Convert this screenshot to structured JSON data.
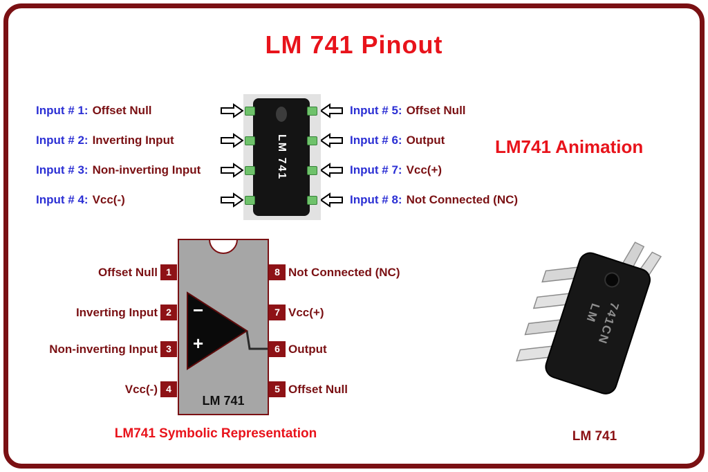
{
  "title": "LM 741 Pinout",
  "top_diagram": {
    "chip_label": "LM 741",
    "animation_label": "LM741 Animation",
    "left_pins": [
      {
        "prefix": "Input # 1:",
        "label": "Offset Null"
      },
      {
        "prefix": "Input # 2:",
        "label": "Inverting Input"
      },
      {
        "prefix": "Input # 3:",
        "label": "Non-inverting Input"
      },
      {
        "prefix": "Input # 4:",
        "label": "Vcc(-)"
      }
    ],
    "right_pins": [
      {
        "prefix": "Input # 5:",
        "label": "Offset Null"
      },
      {
        "prefix": "Input # 6:",
        "label": "Output"
      },
      {
        "prefix": "Input # 7:",
        "label": "Vcc(+)"
      },
      {
        "prefix": "Input # 8:",
        "label": "Not Connected (NC)"
      }
    ]
  },
  "symbolic": {
    "caption": "LM741 Symbolic Representation",
    "chip_label": "LM 741",
    "minus_sign": "−",
    "plus_sign": "+",
    "left_pins": [
      {
        "number": "1",
        "label": "Offset Null"
      },
      {
        "number": "2",
        "label": "Inverting Input"
      },
      {
        "number": "3",
        "label": "Non-inverting Input"
      },
      {
        "number": "4",
        "label": "Vcc(-)"
      }
    ],
    "right_pins": [
      {
        "number": "8",
        "label": "Not Connected (NC)"
      },
      {
        "number": "7",
        "label": "Vcc(+)"
      },
      {
        "number": "6",
        "label": "Output"
      },
      {
        "number": "5",
        "label": "Offset Null"
      }
    ]
  },
  "photo": {
    "marking_line1": "LM",
    "marking_line2": "741CN",
    "caption": "LM 741"
  },
  "colors": {
    "title_red": "#e8131b",
    "maroon_text": "#7a1013",
    "blue_text": "#2b2fd4",
    "frame_border": "#7a1013",
    "pin_green": "#6fc26b"
  }
}
